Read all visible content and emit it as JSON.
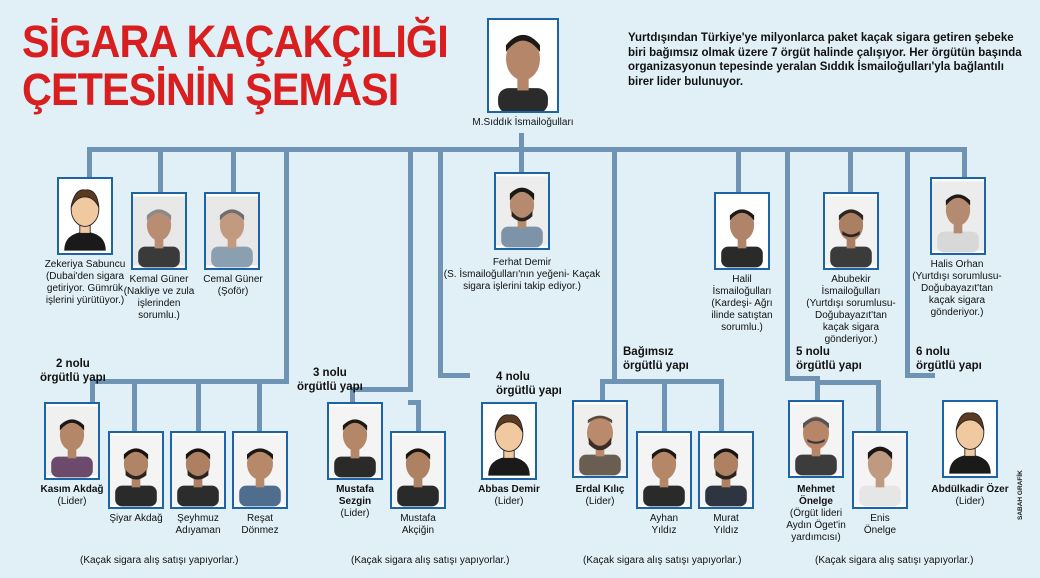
{
  "title_line1": "SİGARA KAÇAKÇILIĞI",
  "title_line2": "ÇETESİNİN ŞEMASI",
  "intro": "Yurtdışından Türkiye'ye milyonlarca paket kaçak sigara getiren şebeke biri bağımsız olmak üzere 7 örgüt halinde çalışıyor. Her örgütün başında organizasyonun tepesinde yeralan Sıddık İsmailoğulları'yla bağlantılı birer lider bulunuyor.",
  "credit": "SABAH GRAFİK",
  "leader": {
    "name": "M.Sıddık İsmailoğulları"
  },
  "tier1": [
    {
      "name": "Zekeriya Sabuncu",
      "desc": "(Dubai'den sigara getiriyor. Gümrük işlerini yürütüyor.)"
    },
    {
      "name": "Kemal Güner",
      "desc": "(Nakliye ve zula işlerinden sorumlu.)"
    },
    {
      "name": "Cemal Güner",
      "desc": "(Şoför)"
    },
    {
      "name": "Ferhat Demir",
      "desc": "(S. İsmailoğulları'nın yeğeni- Kaçak sigara işlerini takip ediyor.)"
    },
    {
      "name": "Halil İsmailoğulları",
      "desc": "(Kardeşi- Ağrı ilinde satıştan sorumlu.)"
    },
    {
      "name": "Abubekir İsmailoğulları",
      "desc": "(Yurtdışı sorumlusu- Doğubayazıt'tan kaçak sigara gönderiyor.)"
    },
    {
      "name": "Halis Orhan",
      "desc": "(Yurtdışı sorumlusu- Doğubayazıt'tan kaçak sigara gönderiyor.)"
    }
  ],
  "groups": [
    {
      "label_l1": "2 nolu",
      "label_l2": "örgütlü yapı"
    },
    {
      "label_l1": "3 nolu",
      "label_l2": "örgütlü yapı"
    },
    {
      "label_l1": "4 nolu",
      "label_l2": "örgütlü yapı"
    },
    {
      "label_l1": "Bağımsız",
      "label_l2": "örgütlü yapı"
    },
    {
      "label_l1": "5 nolu",
      "label_l2": "örgütlü yapı"
    },
    {
      "label_l1": "6 nolu",
      "label_l2": "örgütlü yapı"
    }
  ],
  "members": [
    {
      "name": "Kasım Akdağ",
      "role": "(Lider)"
    },
    {
      "name": "Şiyar Akdağ",
      "role": ""
    },
    {
      "name": "Şeyhmuz Adıyaman",
      "role": ""
    },
    {
      "name": "Reşat Dönmez",
      "role": ""
    },
    {
      "name": "Mustafa Sezgin",
      "role": "(Lider)"
    },
    {
      "name": "Mustafa Akçiğin",
      "role": ""
    },
    {
      "name": "Abbas Demir",
      "role": "(Lider)"
    },
    {
      "name": "Erdal Kılıç",
      "role": "(Lider)"
    },
    {
      "name": "Ayhan Yıldız",
      "role": ""
    },
    {
      "name": "Murat Yıldız",
      "role": ""
    },
    {
      "name": "Mehmet Önelge",
      "role": "(Örgüt lideri Aydın Öget'in yardımcısı)"
    },
    {
      "name": "Enis Önelge",
      "role": ""
    },
    {
      "name": "Abdülkadir Özer",
      "role": "(Lider)"
    }
  ],
  "notes": [
    "(Kaçak sigara alış satışı yapıyorlar.)",
    "(Kaçak sigara alış satışı yapıyorlar.)",
    "(Kaçak sigara alış satışı yapıyorlar.)",
    "(Kaçak sigara alış satışı yapıyorlar.)"
  ]
}
